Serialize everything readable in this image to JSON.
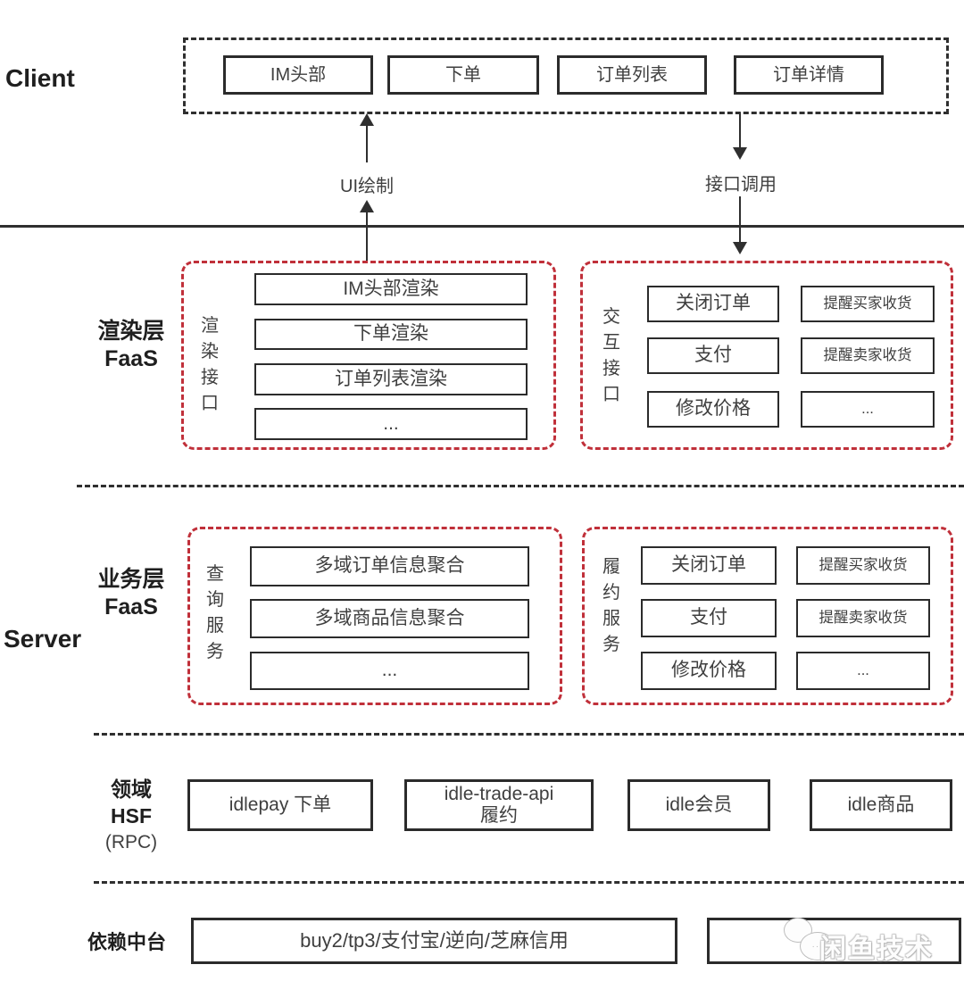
{
  "client": {
    "label": "Client",
    "boxes": [
      "IM头部",
      "下单",
      "订单列表",
      "订单详情"
    ]
  },
  "flows": {
    "ui_draw": "UI绘制",
    "api_call": "接口调用"
  },
  "render_layer": {
    "label_line1": "渲染层",
    "label_line2": "FaaS",
    "render_group": {
      "vertical_label": "渲染接口",
      "boxes": [
        "IM头部渲染",
        "下单渲染",
        "订单列表渲染",
        "..."
      ]
    },
    "interact_group": {
      "vertical_label": "交互接口",
      "left_boxes": [
        "关闭订单",
        "支付",
        "修改价格"
      ],
      "right_boxes": [
        "提醒买家收货",
        "提醒卖家收货",
        "..."
      ]
    }
  },
  "server_label": "Server",
  "business_layer": {
    "label_line1": "业务层",
    "label_line2": "FaaS",
    "query_group": {
      "vertical_label": "查询服务",
      "boxes": [
        "多域订单信息聚合",
        "多域商品信息聚合",
        "..."
      ]
    },
    "fulfill_group": {
      "vertical_label": "履约服务",
      "left_boxes": [
        "关闭订单",
        "支付",
        "修改价格"
      ],
      "right_boxes": [
        "提醒买家收货",
        "提醒卖家收货",
        "..."
      ]
    }
  },
  "hsf_layer": {
    "label_line1": "领域",
    "label_line2": "HSF",
    "label_line3": "(RPC)",
    "boxes": [
      {
        "line1": "idlepay 下单",
        "line2": ""
      },
      {
        "line1": "idle-trade-api",
        "line2": "履约"
      },
      {
        "line1": "idle会员",
        "line2": ""
      },
      {
        "line1": "idle商品",
        "line2": ""
      }
    ]
  },
  "platform_layer": {
    "label": "依赖中台",
    "box1": "buy2/tp3/支付宝/逆向/芝麻信用",
    "box2": ""
  },
  "watermark": {
    "text": "闲鱼技术",
    "bubble_dots": "···"
  },
  "colors": {
    "accent_red": "#c0303a",
    "line_dark": "#2f2f2f",
    "text": "#3f3f3f"
  }
}
